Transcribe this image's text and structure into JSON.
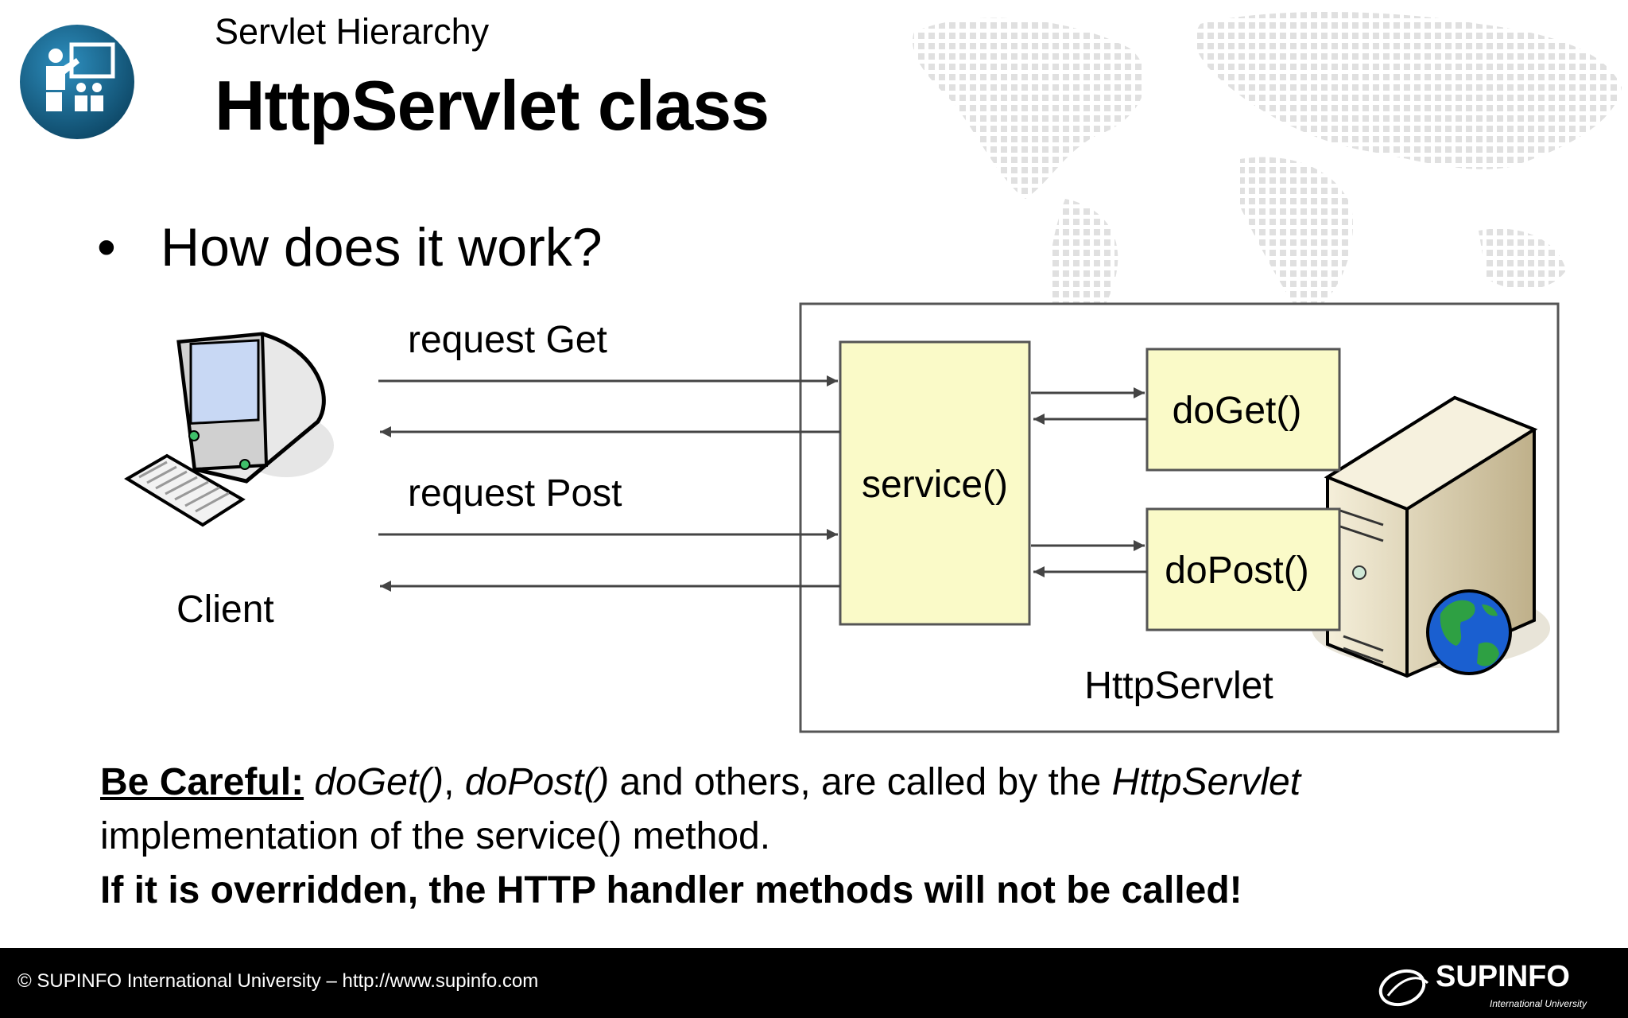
{
  "header": {
    "subtitle": "Servlet Hierarchy",
    "title": "HttpServlet class"
  },
  "bullet": "How does it work?",
  "diagram": {
    "request_get": "request Get",
    "request_post": "request Post",
    "client_label": "Client",
    "service": "service()",
    "doget": "doGet()",
    "dopost": "doPost()",
    "container_label": "HttpServlet"
  },
  "note": {
    "careful": "Be Careful:",
    "m1": "doGet()",
    "sep": ", ",
    "m2": "doPost()",
    "mid": " and others, are called by the ",
    "cls": "HttpServlet",
    "line2": "implementation of the service() method.",
    "warning": "If it is overridden, the HTTP handler methods will not be called!"
  },
  "footer": {
    "copyright": "© SUPINFO International University – http://www.supinfo.com",
    "brand": "SUPINFO",
    "brand_sub": "International University"
  },
  "colors": {
    "box_fill": "#fafac8",
    "accent_blue": "#1f6f9c",
    "footer_bg": "#000000"
  },
  "icons": [
    "presenter-icon",
    "computer-icon",
    "server-icon",
    "globe-icon",
    "world-map-icon"
  ]
}
